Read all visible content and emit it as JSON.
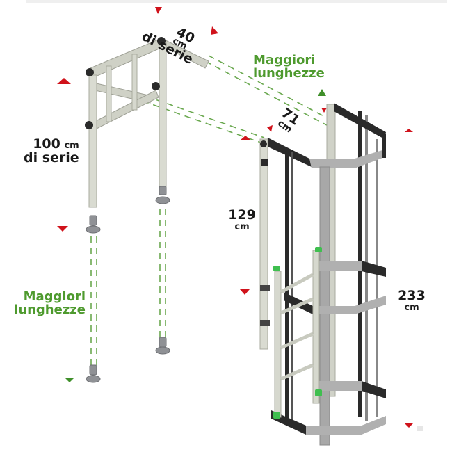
{
  "diagram": {
    "subject": "ladder-with-safety-cage-and-top-rail",
    "colors": {
      "marker_red": "#d0121b",
      "marker_green": "#3f8f2a",
      "label_green": "#4e9a2e",
      "label_dark": "#1a1a1a",
      "tube": "#d6d8ce",
      "tube_shade": "#a9ab9f",
      "cage_black": "#2a2a2a",
      "cage_grey": "#a8a8a8",
      "dash_green": "#6aa84f",
      "foot": "#8f9195",
      "clip_green": "#3fbf4f"
    },
    "labels": {
      "top_width": {
        "value": "40",
        "unit": "cm",
        "note": "di serie"
      },
      "top_extension": {
        "line1": "Maggiori",
        "line2": "lunghezze"
      },
      "cage_depth": {
        "value": "71",
        "unit": "cm"
      },
      "rail_height": {
        "value": "100",
        "unit": "cm",
        "note": "di serie"
      },
      "side_extension": {
        "line1": "Maggiori",
        "line2": "lunghezze"
      },
      "handrail_height": {
        "value": "129",
        "unit": "cm"
      },
      "cage_height": {
        "value": "233",
        "unit": "cm"
      }
    }
  }
}
